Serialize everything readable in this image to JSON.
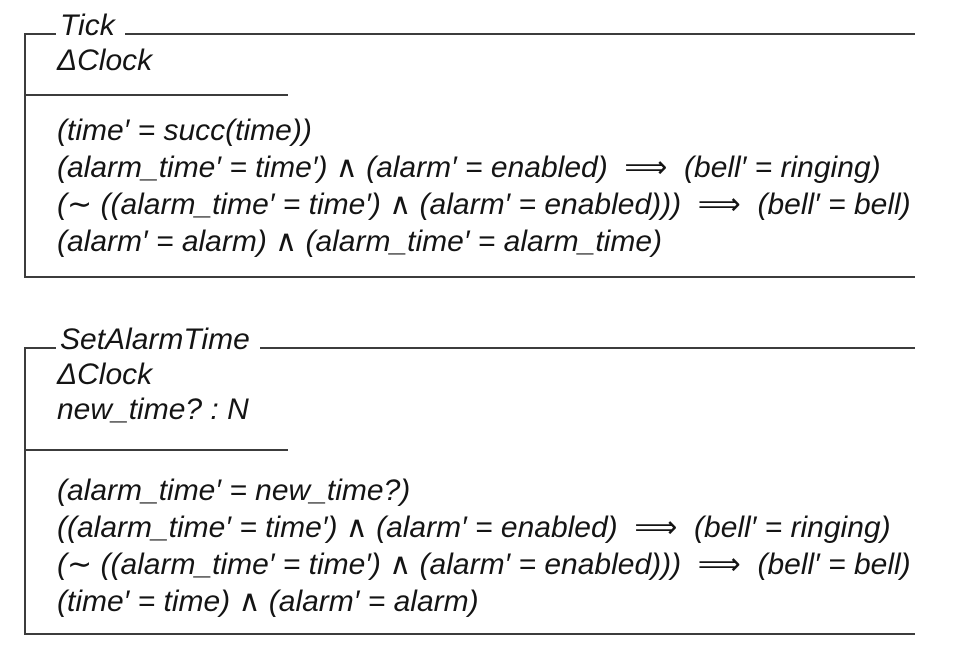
{
  "page": {
    "background": "#ffffff",
    "text_color": "#141414",
    "rule_color": "#3c3c3c"
  },
  "schemas": [
    {
      "name": "Tick",
      "declarations": [
        "ΔClock"
      ],
      "predicates": [
        "(time′ = succ(time))",
        "(alarm_time′ = time′) ∧ (alarm′ = enabled)  ⟹  (bell′ = ringing)",
        "(∼ ((alarm_time′ = time′) ∧ (alarm′ = enabled)))  ⟹  (bell′ = bell)",
        "(alarm′ = alarm) ∧ (alarm_time′ = alarm_time)"
      ]
    },
    {
      "name": "SetAlarmTime",
      "declarations": [
        "ΔClock",
        "new_time? : N"
      ],
      "predicates": [
        "(alarm_time′ = new_time?)",
        "((alarm_time′ = time′) ∧ (alarm′ = enabled)  ⟹  (bell′ = ringing)",
        "(∼ ((alarm_time′ = time′) ∧ (alarm′ = enabled)))  ⟹  (bell′ = bell)",
        "(time′ = time) ∧ (alarm′ = alarm)"
      ]
    }
  ]
}
